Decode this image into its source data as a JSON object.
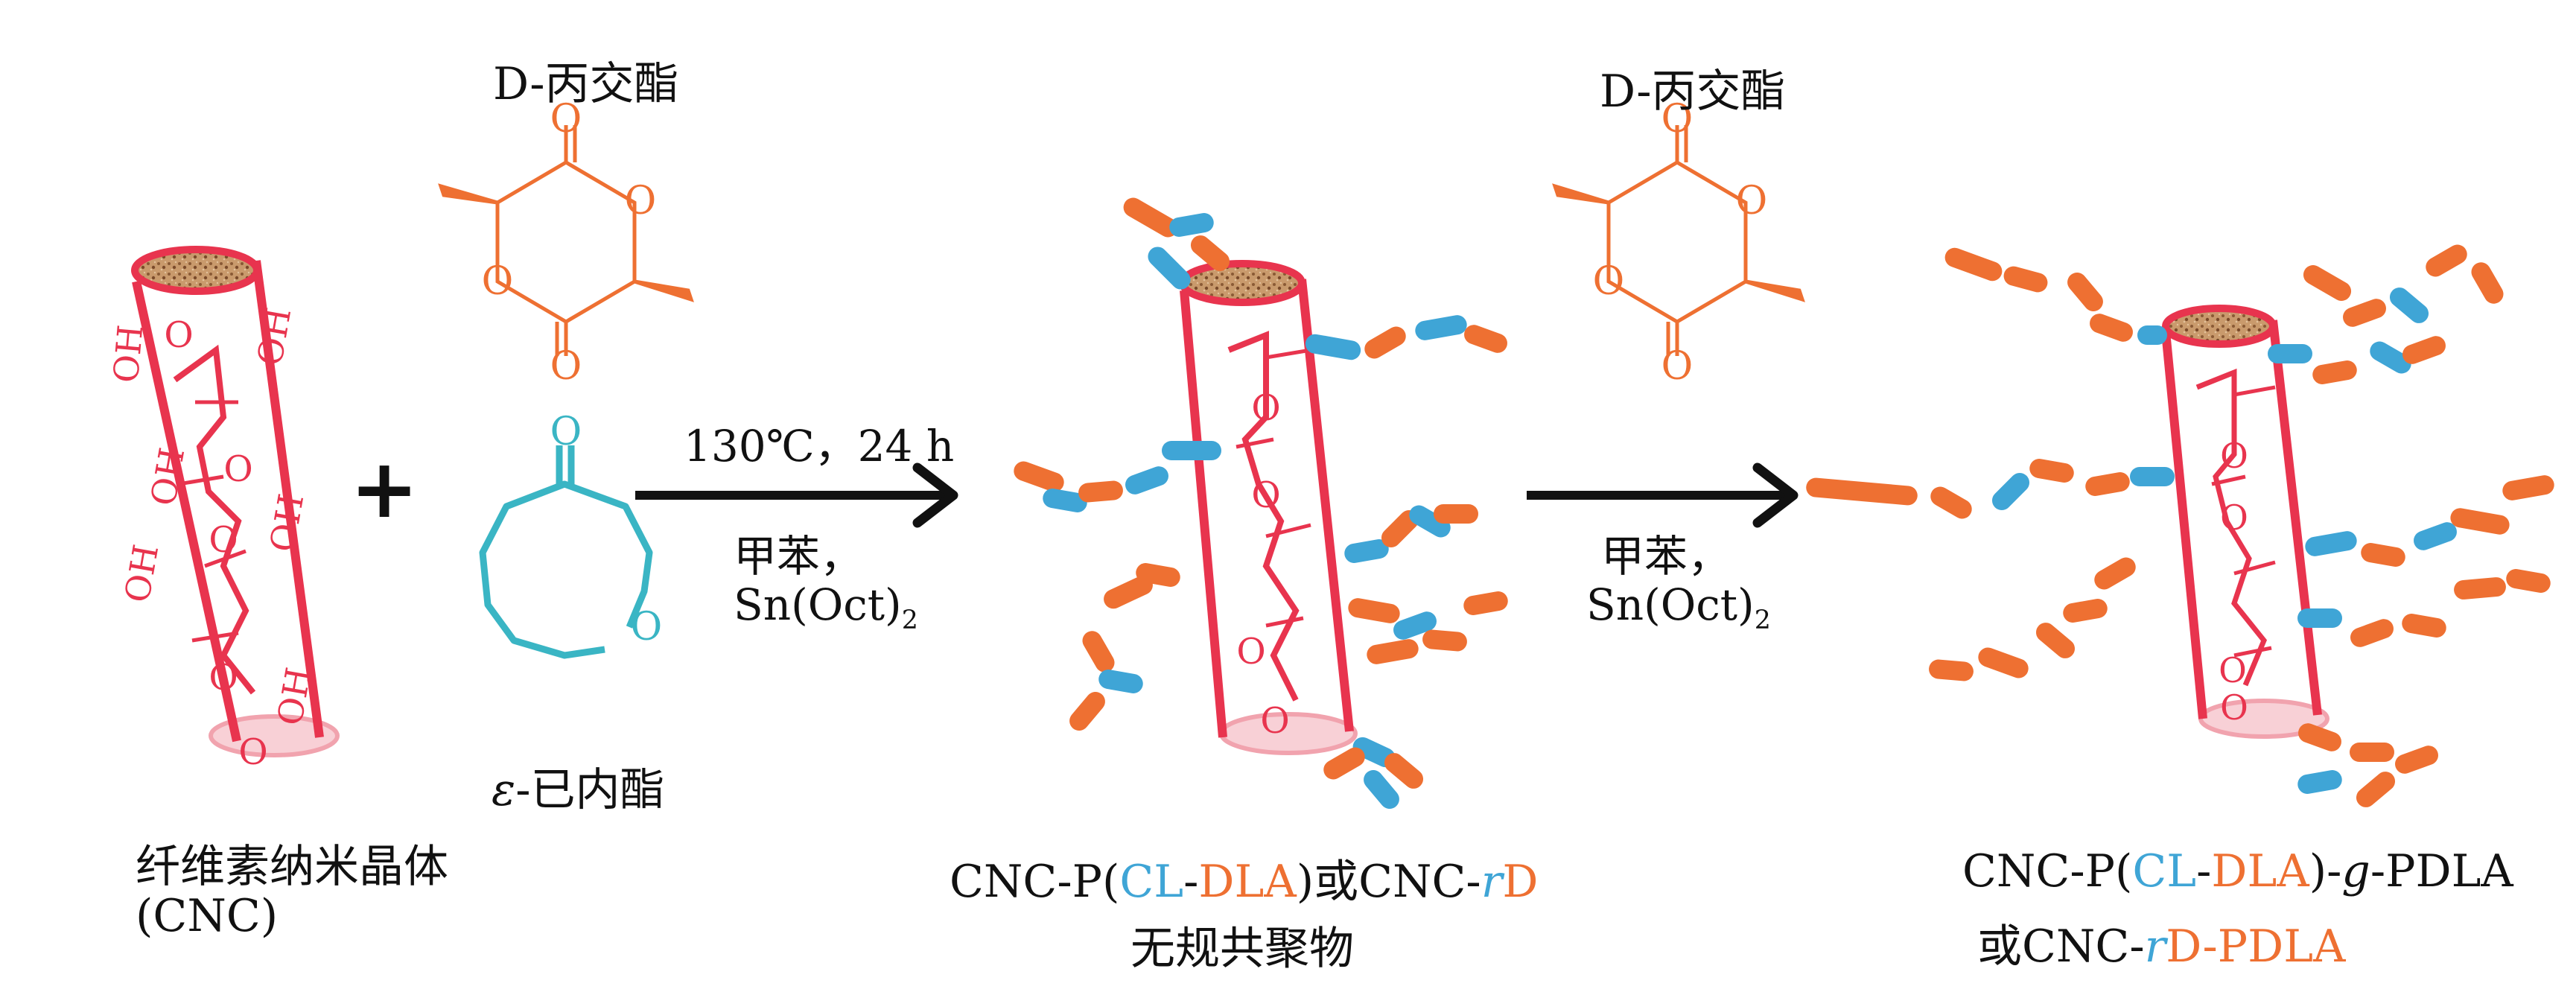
{
  "reagents": {
    "lactide_top_left": "D-丙交酯",
    "lactide_top_right": "D-丙交酯",
    "caprolactone_prefix": "ε",
    "caprolactone_name": "-已内酯"
  },
  "atoms": {
    "oxygen": "O",
    "hydroxyl": "OH"
  },
  "plus_sign": "+",
  "step1": {
    "condition": "130℃，24 h",
    "solvent": "甲苯，",
    "catalyst_main": "Sn(Oct)",
    "catalyst_sub": "2"
  },
  "step2": {
    "solvent": "甲苯，",
    "catalyst_main": "Sn(Oct)",
    "catalyst_sub": "2"
  },
  "cnc": {
    "name": "纤维素纳米晶体",
    "abbr": "(CNC)"
  },
  "copolymer": {
    "p1": "CNC-P(",
    "cl": "CL",
    "dash": "-",
    "dla": "DLA",
    "p2": ")或CNC-",
    "r": "r",
    "d": "D",
    "line2": "无规共聚物"
  },
  "graft": {
    "p1": "CNC-P(",
    "cl": "CL",
    "dash": "-",
    "dla": "DLA",
    "p2": ")-",
    "g": "g",
    "p3": "-PDLA",
    "line2_a": "或CNC-",
    "r": "r",
    "line2_b": "D-PDLA"
  },
  "colors": {
    "cnc_red": "#e8344e",
    "core_brown": "#b98a5e",
    "lactide_orange": "#ee7032",
    "caprolactone_teal": "#3ab5c4",
    "cl_blue": "#3fa5d6",
    "arrow_black": "#111111"
  }
}
